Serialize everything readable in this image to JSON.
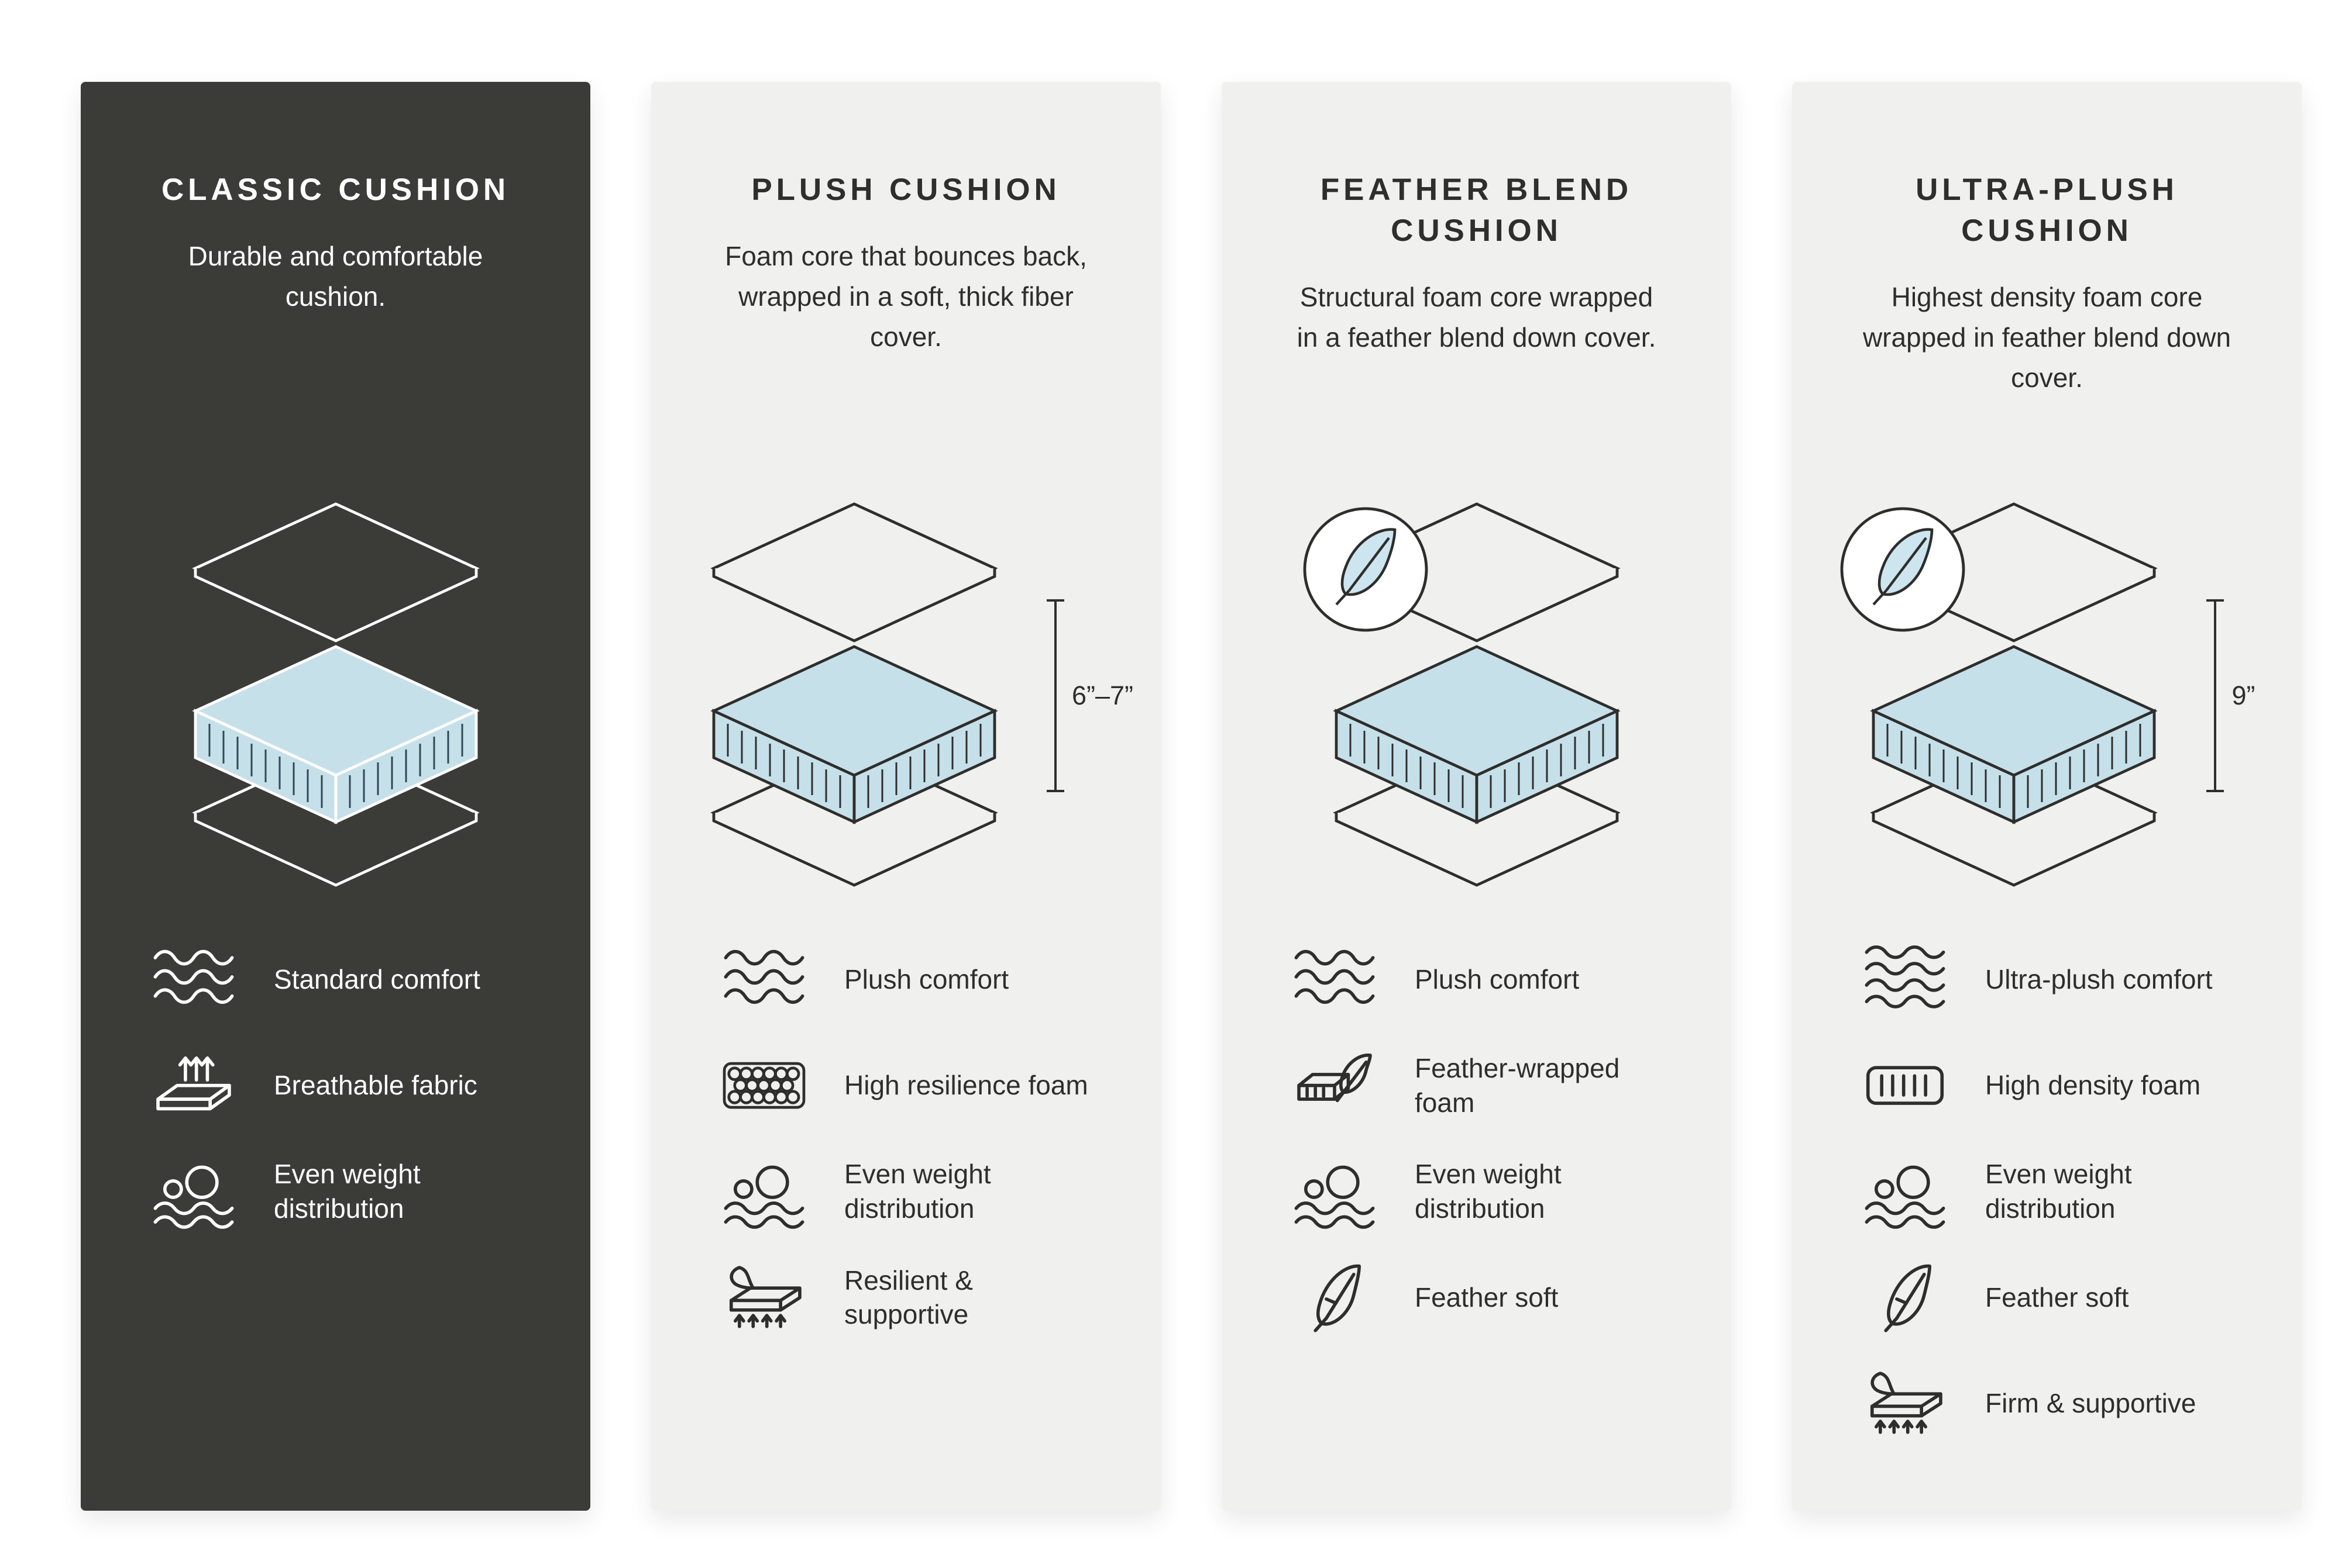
{
  "page": {
    "background": "#FFFFFF"
  },
  "colors": {
    "dark_panel_bg": "#3B3B38",
    "light_panel_bg": "#F0F0EF",
    "text_dark": "#2E2E2C",
    "text_light": "#FFFFFF",
    "foam_fill": "#C6E0EA"
  },
  "panels": [
    {
      "id": "classic-cushion",
      "theme": "dark",
      "title": "CLASSIC CUSHION",
      "description": "Durable and comfortable cushion.",
      "diagram": {
        "type": "layered-cushion",
        "feather_badge": false,
        "measurement": ""
      },
      "features": [
        {
          "icon": "waves-icon",
          "label": "Standard comfort"
        },
        {
          "icon": "breathable-icon",
          "label": "Breathable fabric"
        },
        {
          "icon": "weight-distribution-icon",
          "label": "Even weight distribution"
        }
      ]
    },
    {
      "id": "plush-cushion",
      "theme": "light",
      "title": "PLUSH CUSHION",
      "description": "Foam core that bounces back, wrapped in a soft, thick fiber cover.",
      "diagram": {
        "type": "layered-cushion",
        "feather_badge": false,
        "measurement": "6”–7”"
      },
      "features": [
        {
          "icon": "waves-icon",
          "label": "Plush comfort"
        },
        {
          "icon": "resilience-foam-icon",
          "label": "High resilience foam"
        },
        {
          "icon": "weight-distribution-icon",
          "label": "Even weight distribution"
        },
        {
          "icon": "supportive-icon",
          "label": "Resilient & supportive"
        }
      ]
    },
    {
      "id": "feather-blend-cushion",
      "theme": "light",
      "title": "FEATHER BLEND CUSHION",
      "description": "Structural foam core wrapped in a feather blend down cover.",
      "diagram": {
        "type": "layered-cushion",
        "feather_badge": true,
        "measurement": ""
      },
      "features": [
        {
          "icon": "waves-icon",
          "label": "Plush comfort"
        },
        {
          "icon": "feather-foam-icon",
          "label": "Feather-wrapped foam"
        },
        {
          "icon": "weight-distribution-icon",
          "label": "Even weight distribution"
        },
        {
          "icon": "feather-icon",
          "label": "Feather soft"
        }
      ]
    },
    {
      "id": "ultra-plush-cushion",
      "theme": "light",
      "title": "ULTRA-PLUSH CUSHION",
      "description": "Highest density foam core wrapped in feather blend down cover.",
      "diagram": {
        "type": "layered-cushion",
        "feather_badge": true,
        "measurement": "9”"
      },
      "features": [
        {
          "icon": "ultra-waves-icon",
          "label": "Ultra-plush comfort"
        },
        {
          "icon": "density-foam-icon",
          "label": "High density foam"
        },
        {
          "icon": "weight-distribution-icon",
          "label": "Even weight distribution"
        },
        {
          "icon": "feather-icon",
          "label": "Feather soft"
        },
        {
          "icon": "supportive-icon",
          "label": "Firm & supportive"
        }
      ]
    }
  ]
}
